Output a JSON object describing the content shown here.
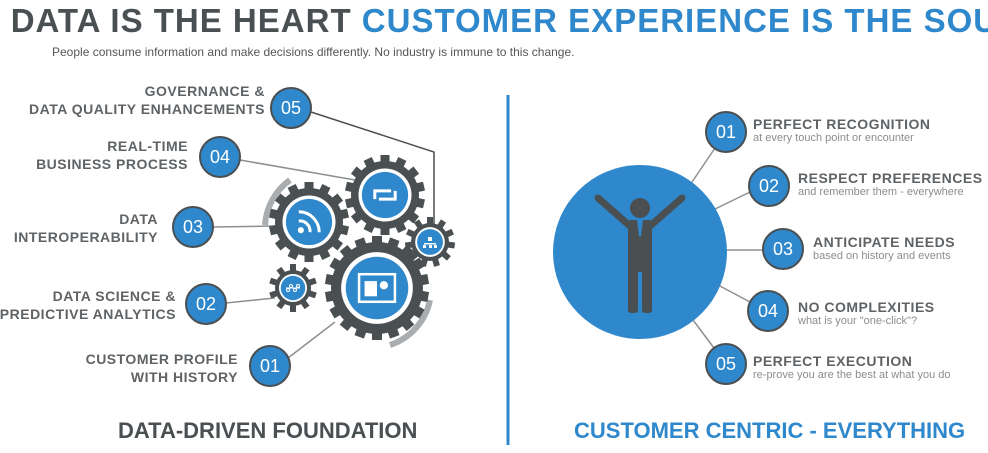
{
  "header": {
    "title_part1": "DATA IS THE HEART",
    "title_part2": "CUSTOMER EXPERIENCE IS THE SOUL",
    "subtitle": "People consume information  and make decisions differently. No industry is immune to this change."
  },
  "left": {
    "items": [
      {
        "num": "05",
        "line1": "GOVERNANCE &",
        "line2": "DATA QUALITY ENHANCEMENTS",
        "icon": "sitemap-icon"
      },
      {
        "num": "04",
        "line1": "REAL-TIME",
        "line2": "BUSINESS PROCESS",
        "icon": "refresh-icon"
      },
      {
        "num": "03",
        "line1": "DATA",
        "line2": "INTEROPERABILITY",
        "icon": "rss-icon"
      },
      {
        "num": "02",
        "line1": "DATA SCIENCE &",
        "line2": "PREDICTIVE ANALYTICS",
        "icon": "network-icon"
      },
      {
        "num": "01",
        "line1": "CUSTOMER PROFILE",
        "line2": "WITH HISTORY",
        "icon": "id-card-icon"
      }
    ],
    "footer": "DATA-DRIVEN FOUNDATION"
  },
  "right": {
    "items": [
      {
        "num": "01",
        "title": "PERFECT RECOGNITION",
        "sub": "at every touch point or encounter"
      },
      {
        "num": "02",
        "title": "RESPECT PREFERENCES",
        "sub": "and remember them - everywhere"
      },
      {
        "num": "03",
        "title": "ANTICIPATE NEEDS",
        "sub": "based on history and events"
      },
      {
        "num": "04",
        "title": "NO COMPLEXITIES",
        "sub": "what is your \"one-click\"?"
      },
      {
        "num": "05",
        "title": "PERFECT EXECUTION",
        "sub": "re-prove you are the best at what you do"
      }
    ],
    "footer": "CUSTOMER CENTRIC - EVERYTHING"
  },
  "colors": {
    "blue": "#2f88cc",
    "dark": "#4a4f52",
    "text": "#5f6366"
  }
}
